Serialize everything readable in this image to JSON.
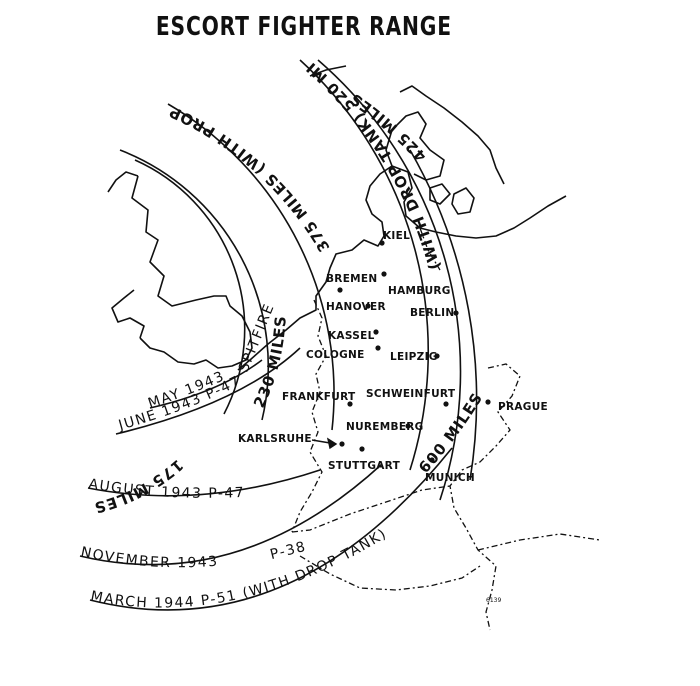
{
  "map": {
    "title": "ESCORT FIGHTER RANGE",
    "plate_number": "6139",
    "cities": [
      {
        "id": "kiel",
        "name": "KIEL"
      },
      {
        "id": "bremen",
        "name": "BREMEN"
      },
      {
        "id": "hamburg",
        "name": "HAMBURG"
      },
      {
        "id": "hanover",
        "name": "HANOVER"
      },
      {
        "id": "berlin",
        "name": "BERLIN"
      },
      {
        "id": "kassel",
        "name": "KASSEL"
      },
      {
        "id": "cologne",
        "name": "COLOGNE"
      },
      {
        "id": "leipzig",
        "name": "LEIPZIG"
      },
      {
        "id": "frankfurt",
        "name": "FRANKFURT"
      },
      {
        "id": "schweinfurt",
        "name": "SCHWEINFURT"
      },
      {
        "id": "prague",
        "name": "PRAGUE"
      },
      {
        "id": "nuremberg",
        "name": "NUREMBERG"
      },
      {
        "id": "karlsruhe",
        "name": "KARLSRUHE"
      },
      {
        "id": "stuttgart",
        "name": "STUTTGART"
      },
      {
        "id": "munich",
        "name": "MUNICH"
      }
    ],
    "range_labels": {
      "r175": "175 MILES",
      "r230": "230 MILES",
      "r375": "375 MILES (WITH PROP TANK)",
      "r425": "425 MILES",
      "r520": "(WITH DROP TANK) 520 MILES",
      "r600": "600 MILES"
    },
    "date_labels": {
      "may1943": "MAY 1943",
      "spitfire": "SPITFIRE",
      "june1943": "JUNE 1943 P-47",
      "aug1943": "AUGUST 1943 P-47",
      "nov1943": "NOVEMBER 1943",
      "p38": "P-38",
      "mar1944": "MARCH 1944 P-51 (WITH DROP TANK)"
    }
  }
}
